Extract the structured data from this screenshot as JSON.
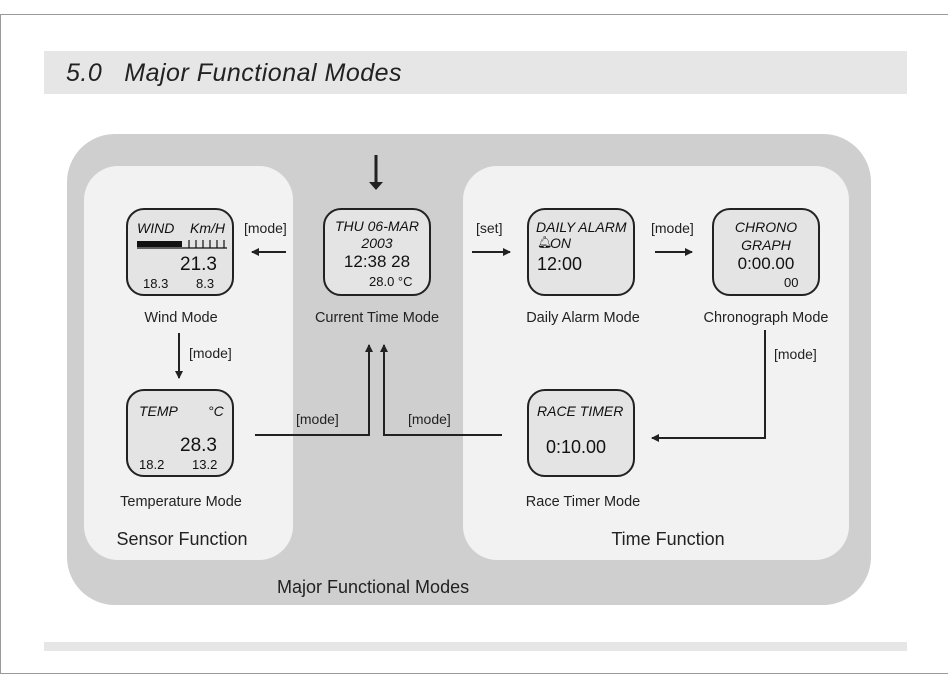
{
  "header": {
    "section_number": "5.0",
    "title": "Major Functional Modes"
  },
  "diagram": {
    "outer_label": "Major Functional Modes",
    "groups": {
      "sensor": "Sensor Function",
      "time": "Time Function"
    },
    "modes": {
      "wind": {
        "label": "Wind Mode",
        "display": {
          "top_left": "WIND",
          "top_right": "Km/H",
          "main": "21.3",
          "bottom_left": "18.3",
          "bottom_right": "8.3"
        }
      },
      "current_time": {
        "label": "Current Time Mode",
        "display": {
          "line1": "THU 06-MAR",
          "line2": "2003",
          "line3": "12:38 28",
          "line4": "28.0 °C"
        }
      },
      "daily_alarm": {
        "label": "Daily Alarm Mode",
        "display": {
          "line1": "DAILY ALARM",
          "line2": "ON",
          "line3": "12:00"
        }
      },
      "chronograph": {
        "label": "Chronograph Mode",
        "display": {
          "line1": "CHRONO",
          "line2": "GRAPH",
          "line3": "0:00.00",
          "line4": "00"
        }
      },
      "temperature": {
        "label": "Temperature Mode",
        "display": {
          "top_left": "TEMP",
          "top_right": "°C",
          "main": "28.3",
          "bottom_left": "18.2",
          "bottom_right": "13.2"
        }
      },
      "race_timer": {
        "label": "Race Timer Mode",
        "display": {
          "line1": "RACE TIMER",
          "line2": "0:10.00"
        }
      }
    },
    "edges": {
      "current_to_wind": "[mode]",
      "current_to_alarm": "[set]",
      "alarm_to_chrono": "[mode]",
      "wind_to_temp": "[mode]",
      "chrono_to_race": "[mode]",
      "temp_to_current": "[mode]",
      "race_to_current": "[mode]"
    }
  }
}
